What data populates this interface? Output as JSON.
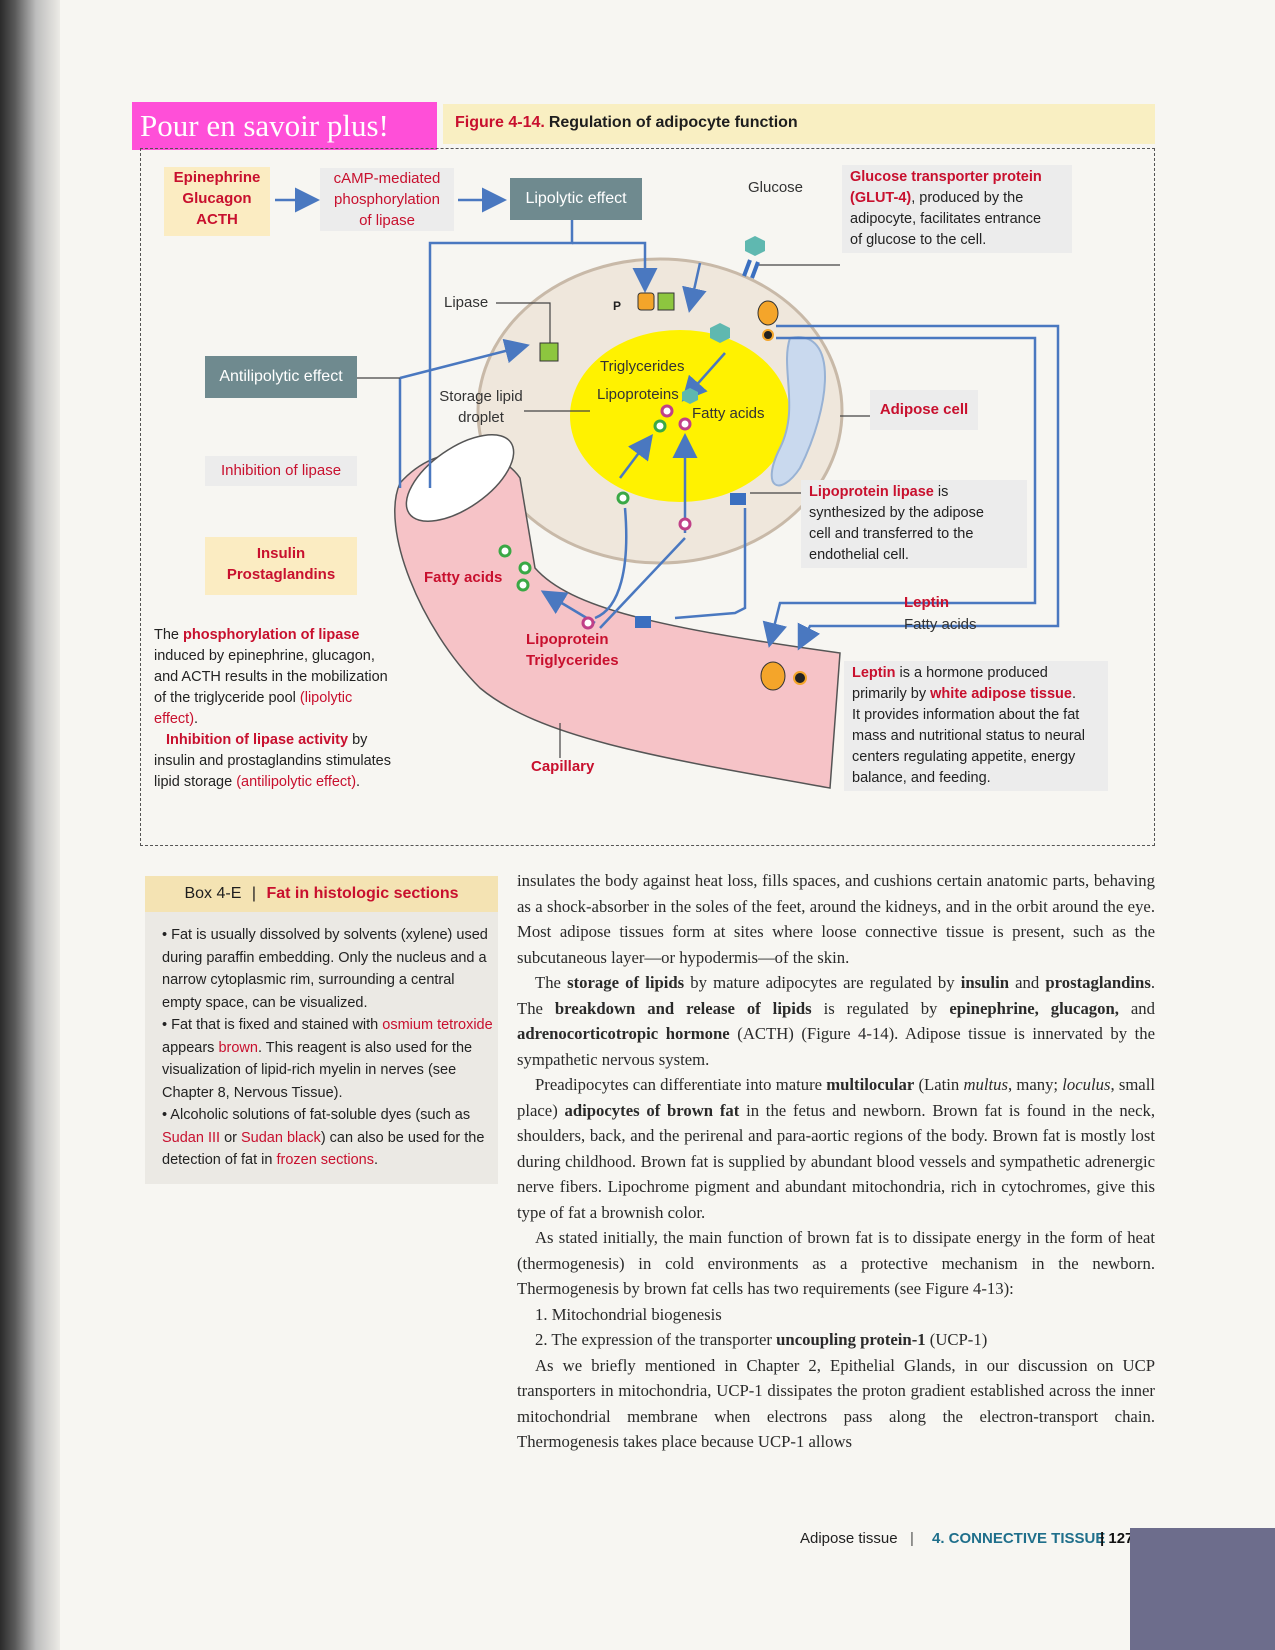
{
  "banner": "Pour en savoir plus!",
  "figure": {
    "number": "Figure 4-14.",
    "title": "Regulation of adipocyte function",
    "hormones_top": [
      "Epinephrine",
      "Glucagon",
      "ACTH"
    ],
    "camp_text": [
      "cAMP-mediated",
      "phosphorylation",
      "of lipase"
    ],
    "lipolytic_effect": "Lipolytic effect",
    "antilipolytic_effect": "Antilipolytic effect",
    "inhibition_of_lipase": "Inhibition of lipase",
    "insulin_group": [
      "Insulin",
      "Prostaglandins"
    ],
    "glucose": "Glucose",
    "lipase": "Lipase",
    "storage_lipid_droplet": [
      "Storage lipid",
      "droplet"
    ],
    "triglycerides": "Triglycerides",
    "lipoproteins": "Lipoproteins",
    "fatty_acids_inner": "Fatty acids",
    "adipose_cell": "Adipose cell",
    "fatty_acids_capillary": "Fatty acids",
    "lipoprotein_triglycerides": [
      "Lipoprotein",
      "Triglycerides"
    ],
    "capillary": "Capillary",
    "leptin": "Leptin",
    "fatty_acids_out": "Fatty acids",
    "p_label": "P",
    "glut4": {
      "title": "Glucose transporter protein",
      "abbr": "(GLUT-4)",
      "rest1": ", produced by the",
      "rest2": "adipocyte, facilitates entrance",
      "rest3": "of glucose to the cell."
    },
    "lipoprotein_lipase": {
      "title": "Lipoprotein lipase",
      "rest1": " is",
      "rest2": "synthesized by the adipose",
      "rest3": "cell and transferred to the",
      "rest4": "endothelial cell."
    },
    "leptin_note": {
      "title": "Leptin",
      "rest1": " is a hormone produced",
      "rest2": "primarily by ",
      "white": "white adipose tissue",
      "rest3": ".",
      "rest4": "It provides information about the fat",
      "rest5": "mass and nutritional status to neural",
      "rest6": "centers regulating appetite, energy",
      "rest7": "balance, and feeding."
    },
    "phosphorylation_note": {
      "the": "The ",
      "title": "phosphorylation of lipase",
      "l2": "induced by epinephrine, glucagon,",
      "l3": "and ACTH results in the mobilization",
      "l4": "of the triglyceride pool ",
      "l4pink": "(lipolytic",
      "l5pink": "effect)",
      "l5": ".",
      "l6title": "Inhibition of lipase activity",
      "l6": " by",
      "l7": "insulin and prostaglandins stimulates",
      "l8": "lipid storage ",
      "l8pink": "(antilipolytic effect)",
      "l8end": "."
    }
  },
  "box": {
    "label": "Box 4-E",
    "sep": "|",
    "title": "Fat in histologic sections",
    "b1": "• Fat is usually dissolved by solvents (xylene) used during paraffin embedding. Only the nucleus and a narrow cytoplasmic rim, surrounding a central empty space, can be visualized.",
    "b2a": "• Fat that is fixed and stained with ",
    "b2pink1": "osmium tetroxide",
    "b2b": " appears ",
    "b2pink2": "brown",
    "b2c": ". This reagent is also used for the visualization of lipid-rich myelin in nerves (see Chapter 8, Nervous Tissue).",
    "b3a": "• Alcoholic solutions of fat-soluble dyes (such as ",
    "b3pink1": "Sudan III",
    "b3b": " or ",
    "b3pink2": "Sudan black",
    "b3c": ") can also be used for the detection of fat in ",
    "b3pink3": "frozen sections",
    "b3d": "."
  },
  "body": {
    "p1": "insulates the body against heat loss, fills spaces, and cushions certain anatomic parts, behaving as a shock-absorber in the soles of the feet, around the kidneys, and in the orbit around the eye. Most adipose tissues form at sites where loose connective tissue is present, such as the subcutaneous layer—or hypodermis—of the skin.",
    "p2a": "The ",
    "p2b": "storage of lipids",
    "p2c": " by mature adipocytes are regulated by ",
    "p2d": "insulin",
    "p2e": " and ",
    "p2f": "prostaglandins",
    "p2g": ". The ",
    "p2h": "breakdown and release of lipids",
    "p2i": " is regulated by ",
    "p2j": "epinephrine, glucagon,",
    "p2k": " and ",
    "p2l": "adrenocorticotropic hormone",
    "p2m": " (ACTH)",
    "p2n": " (Figure 4-14). Adipose tissue is innervated by the sympathetic nervous system.",
    "p3a": "Preadipocytes can differentiate into mature ",
    "p3b": "multilocular",
    "p3c": " (Latin ",
    "p3d": "multus",
    "p3e": ", many; ",
    "p3f": "loculus",
    "p3g": ", small place) ",
    "p3h": "adipocytes of brown fat",
    "p3i": " in the fetus and newborn. Brown fat is found in the neck, shoulders, back, and the perirenal and para-aortic regions of the body. Brown fat is mostly lost during childhood. Brown fat is supplied by abundant blood vessels and sympathetic adrenergic nerve fibers. Lipochrome pigment and abundant mitochondria, rich in cytochromes, give this type of fat a brownish color.",
    "p4": "As stated initially, the main function of brown fat is to dissipate energy in the form of heat (thermogenesis) in cold environments as a protective mechanism in the newborn. Thermogenesis by brown fat cells has two requirements (see Figure 4-13):",
    "li1": "1. Mitochondrial biogenesis",
    "li2a": "2. The expression of the transporter ",
    "li2b": "uncoupling protein-1",
    "li2c": " (UCP-1)",
    "p5": "As we briefly mentioned in Chapter 2, Epithelial Glands, in our discussion on UCP transporters in mitochondria, UCP-1 dissipates the proton gradient established across the inner mitochondrial membrane when electrons pass along the electron-transport chain. Thermogenesis takes place because UCP-1 allows"
  },
  "footer": {
    "section": "Adipose tissue",
    "sep": "|",
    "chapter": "4. CONNECTIVE TISSUE",
    "page": "| 127"
  }
}
